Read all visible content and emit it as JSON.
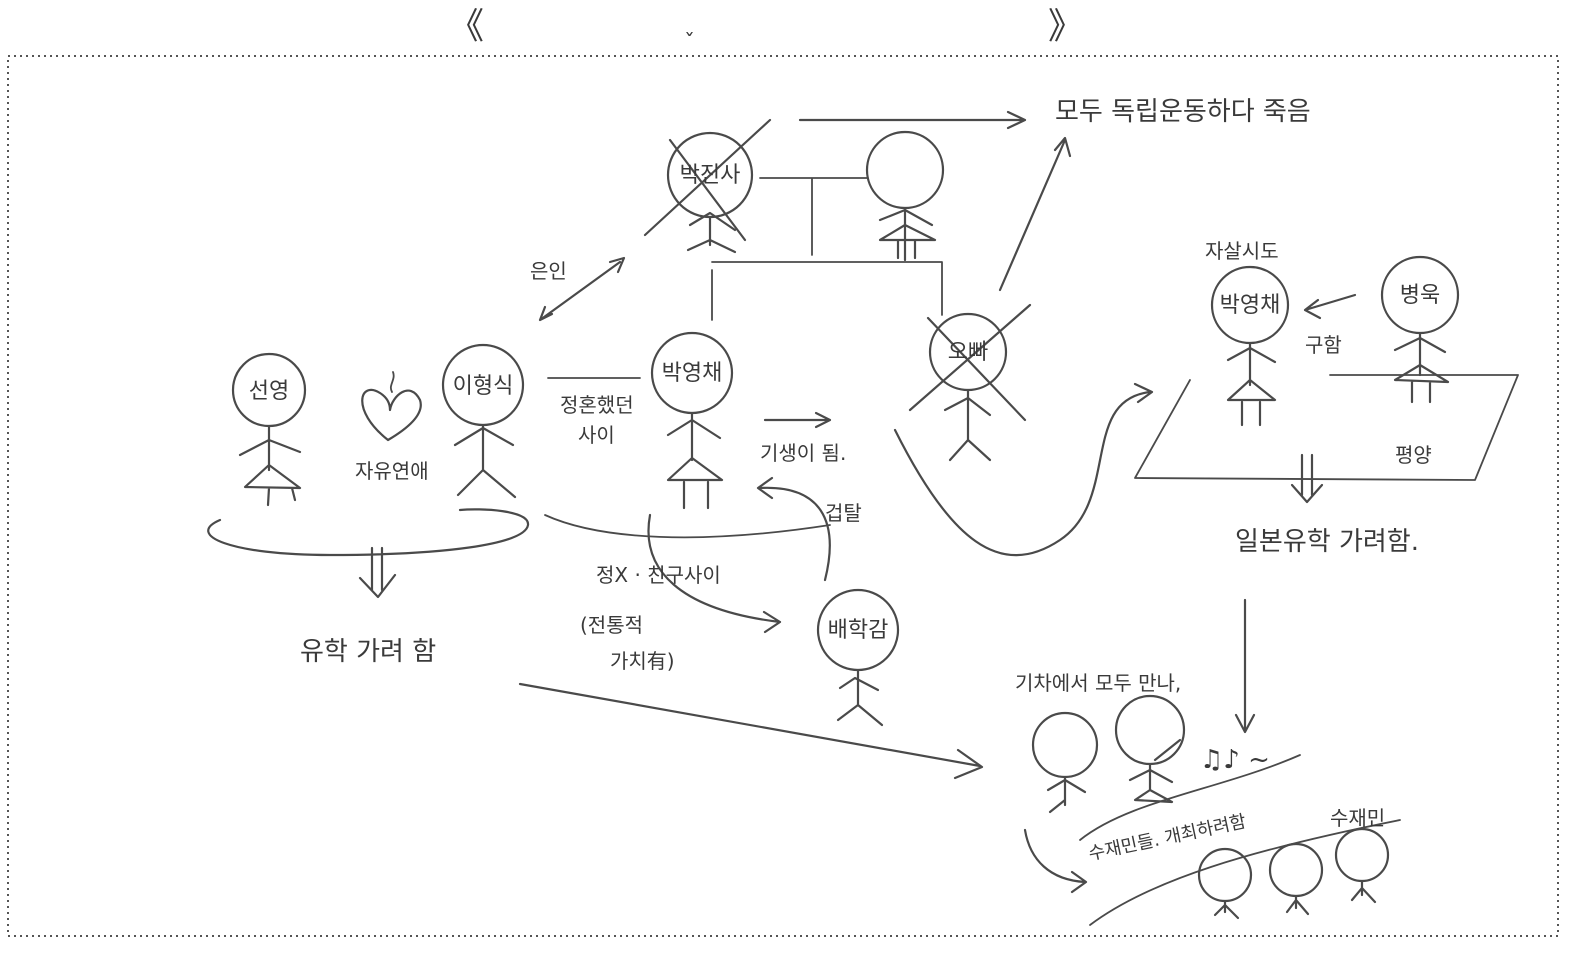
{
  "title_marks": {
    "left": "《",
    "right": "》",
    "center": "ˇ"
  },
  "characters": {
    "seonyoung": "선영",
    "lee": "이형식",
    "park_youngchae": "박영채",
    "park_jinsa": "박진사",
    "obba": "오빠",
    "bae": "배학감",
    "park_youngchae_right": "박영채",
    "byeonguk": "병욱"
  },
  "notes": {
    "all_died": "모두 독립운동하다 죽음",
    "benefactor": "은인",
    "free_love": "자유연애",
    "engaged_line1": "정혼했던",
    "engaged_line2": "사이",
    "became_gisaeng": "기생이 됨.",
    "rape": "겁탈",
    "friends": "정X · 친구사이",
    "tradition_line1": "(전통적",
    "tradition_line2": "가치有)",
    "study_abroad": "유학 가려 함",
    "suicide_attempt": "자살시도",
    "rescue": "구함",
    "pyongyang": "평양",
    "japan_study": "일본유학 가려함.",
    "meet_on_train": "기차에서 모두 만나,",
    "flood_help": "수재민들. 개최하려함",
    "flood_victims": "수재민",
    "music": "♫♪ ~"
  }
}
